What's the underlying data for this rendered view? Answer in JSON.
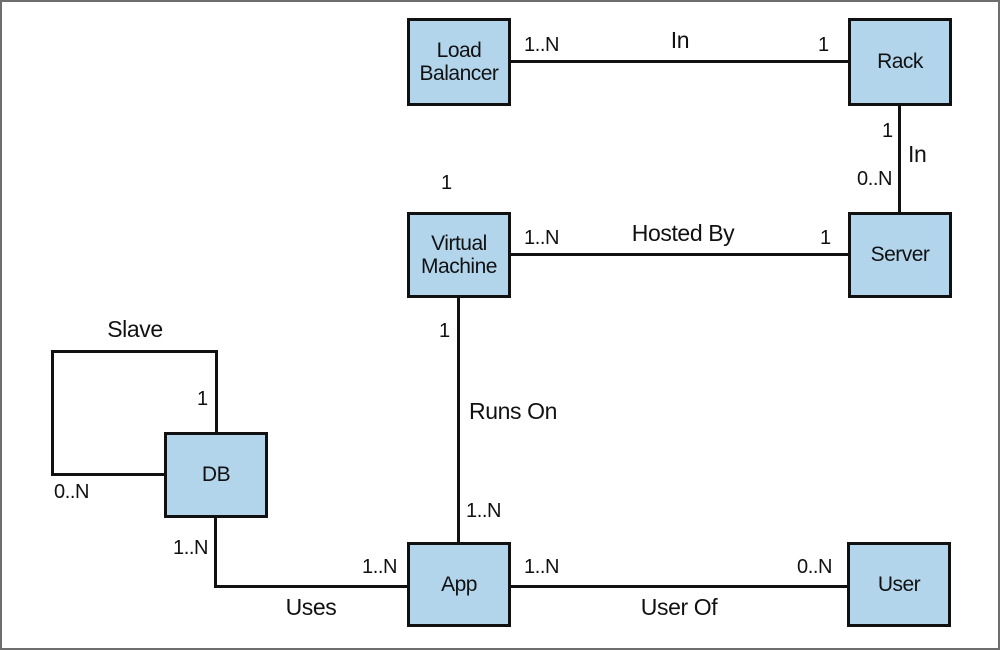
{
  "diagram_type": "entity-relationship",
  "colors": {
    "box_fill": "#b2d5ec",
    "box_border": "#111111",
    "line": "#111111",
    "frame": "#6e6e6e",
    "background": "#ffffff",
    "text": "#111111"
  },
  "entities": {
    "load_balancer": {
      "label": "Load Balancer"
    },
    "rack": {
      "label": "Rack"
    },
    "virtual_machine": {
      "label": "Virtual Machine"
    },
    "server": {
      "label": "Server"
    },
    "db": {
      "label": "DB"
    },
    "app": {
      "label": "App"
    },
    "user": {
      "label": "User"
    }
  },
  "relationships": {
    "lb_in_rack": {
      "name": "In",
      "from": "Load Balancer",
      "from_cardinality": "1..N",
      "to": "Rack",
      "to_cardinality": "1"
    },
    "server_in_rack": {
      "name": "In",
      "from": "Rack",
      "from_cardinality": "1",
      "to": "Server",
      "to_cardinality": "0..N"
    },
    "vm_hosted_by_server": {
      "name": "Hosted By",
      "from": "Virtual Machine",
      "from_cardinality": "1..N",
      "to": "Server",
      "to_cardinality": "1"
    },
    "app_runs_on_vm": {
      "name": "Runs On",
      "from": "Virtual Machine",
      "from_cardinality": "1",
      "to": "App",
      "to_cardinality": "1..N"
    },
    "db_slave_db": {
      "name": "Slave",
      "from": "DB",
      "from_cardinality": "1",
      "to": "DB",
      "to_cardinality": "0..N"
    },
    "db_uses_app": {
      "name": "Uses",
      "from": "DB",
      "from_cardinality": "1..N",
      "to": "App",
      "to_cardinality": "1..N"
    },
    "app_user_of_user": {
      "name": "User Of",
      "from": "App",
      "from_cardinality": "1..N",
      "to": "User",
      "to_cardinality": "0..N"
    }
  },
  "floating_labels": {
    "above_virtual_machine": "1"
  }
}
